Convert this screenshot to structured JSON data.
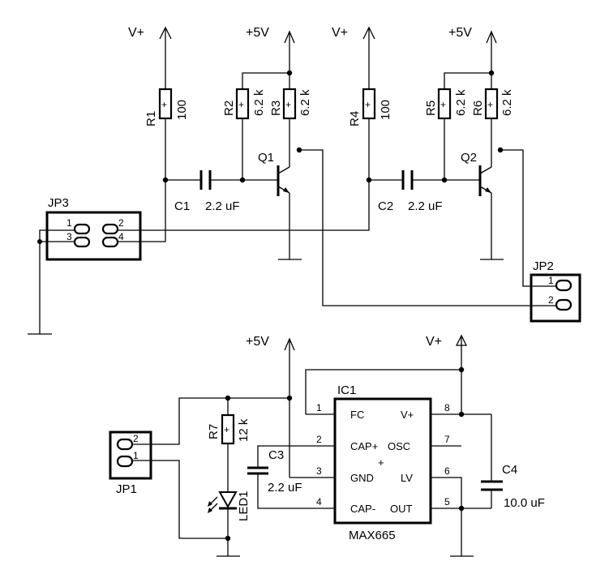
{
  "power": {
    "vplus": "V+",
    "plus5v": "+5V"
  },
  "components": {
    "R1": {
      "ref": "R1",
      "value": "100"
    },
    "R2": {
      "ref": "R2",
      "value": "6.2 k"
    },
    "R3": {
      "ref": "R3",
      "value": "6.2 k"
    },
    "R4": {
      "ref": "R4",
      "value": "100"
    },
    "R5": {
      "ref": "R5",
      "value": "6.2 k"
    },
    "R6": {
      "ref": "R6",
      "value": "6.2 k"
    },
    "R7": {
      "ref": "R7",
      "value": "12 k"
    },
    "C1": {
      "ref": "C1",
      "value": "2.2 uF"
    },
    "C2": {
      "ref": "C2",
      "value": "2.2 uF"
    },
    "C3": {
      "ref": "C3",
      "value": "2.2 uF"
    },
    "C4": {
      "ref": "C4",
      "value": "10.0 uF"
    },
    "Q1": {
      "ref": "Q1"
    },
    "Q2": {
      "ref": "Q2"
    },
    "LED1": {
      "ref": "LED1"
    }
  },
  "connectors": {
    "JP3": {
      "ref": "JP3",
      "pins": [
        "1",
        "2",
        "3",
        "4"
      ]
    },
    "JP2": {
      "ref": "JP2",
      "pins": [
        "1",
        "2"
      ]
    },
    "JP1": {
      "ref": "JP1",
      "pins": [
        "2",
        "1"
      ]
    }
  },
  "ic": {
    "ref": "IC1",
    "part": "MAX665",
    "plus": "+",
    "left_pins": [
      {
        "num": "1",
        "name": "FC"
      },
      {
        "num": "2",
        "name": "CAP+"
      },
      {
        "num": "3",
        "name": "GND"
      },
      {
        "num": "4",
        "name": "CAP-"
      }
    ],
    "right_pins": [
      {
        "num": "8",
        "name": "V+"
      },
      {
        "num": "7",
        "name": "OSC"
      },
      {
        "num": "6",
        "name": "LV"
      },
      {
        "num": "5",
        "name": "OUT"
      }
    ]
  },
  "resistor_plus": "+"
}
